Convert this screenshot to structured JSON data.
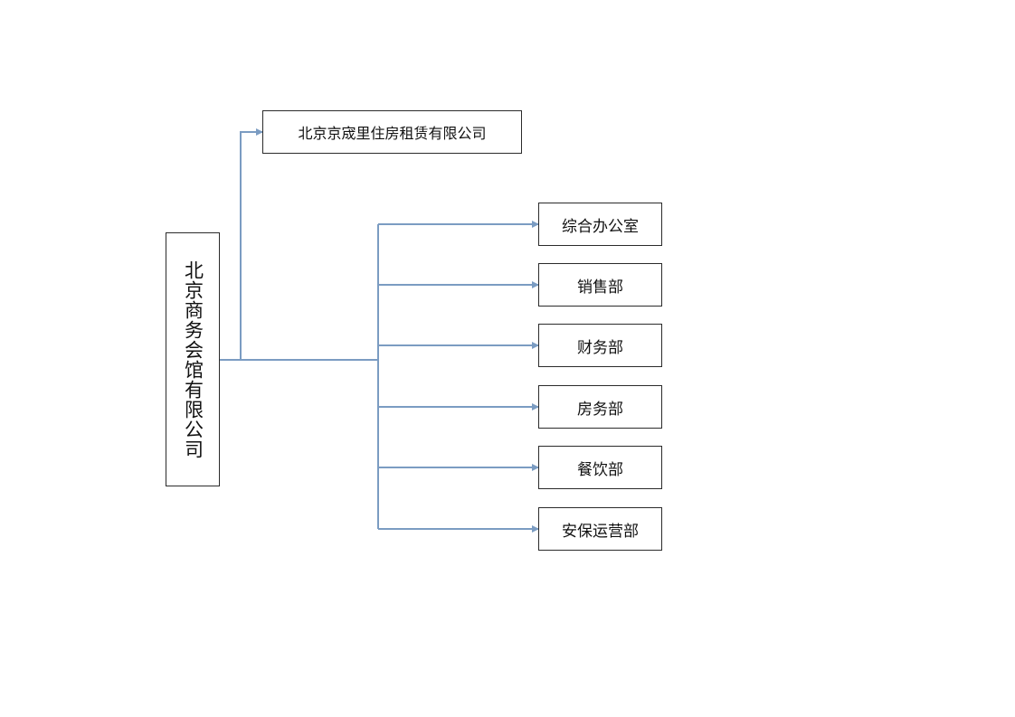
{
  "diagram": {
    "root": {
      "label": "北京商务会馆有限公司"
    },
    "subsidiary": {
      "label": "北京京宬里住房租赁有限公司"
    },
    "departments": [
      {
        "label": "综合办公室"
      },
      {
        "label": "销售部"
      },
      {
        "label": "财务部"
      },
      {
        "label": "房务部"
      },
      {
        "label": "餐饮部"
      },
      {
        "label": "安保运营部"
      }
    ],
    "colors": {
      "connector": "#7b9cc2",
      "box_border": "#2b2b2b",
      "text": "#111111",
      "background": "#ffffff"
    }
  }
}
